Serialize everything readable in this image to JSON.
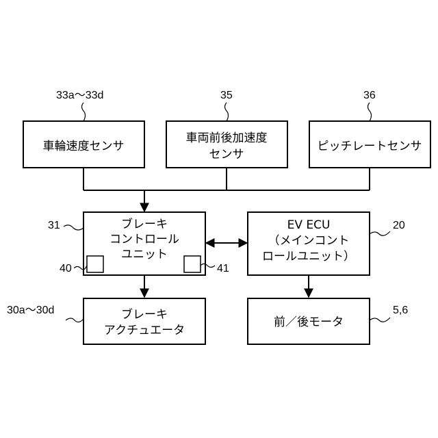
{
  "blocks": {
    "wheel_speed_sensor": {
      "ref": "33a～33d",
      "lines": [
        "車輪速度センサ"
      ]
    },
    "accel_sensor": {
      "ref": "35",
      "lines": [
        "車両前後加速度",
        "センサ"
      ]
    },
    "pitch_rate_sensor": {
      "ref": "36",
      "lines": [
        "ピッチレートセンサ"
      ]
    },
    "brake_control_unit": {
      "ref": "31",
      "lines": [
        "ブレーキ",
        "コントロール",
        "ユニット"
      ]
    },
    "ev_ecu": {
      "ref": "20",
      "lines": [
        "EV ECU",
        "（メインコント",
        "ロールユニット）"
      ]
    },
    "brake_actuator": {
      "ref": "30a～30d",
      "lines": [
        "ブレーキ",
        "アクチュエータ"
      ]
    },
    "motor": {
      "ref": "5,6",
      "lines": [
        "前／後モータ"
      ]
    }
  },
  "sub_parts": {
    "left": {
      "ref": "40"
    },
    "right": {
      "ref": "41"
    }
  }
}
